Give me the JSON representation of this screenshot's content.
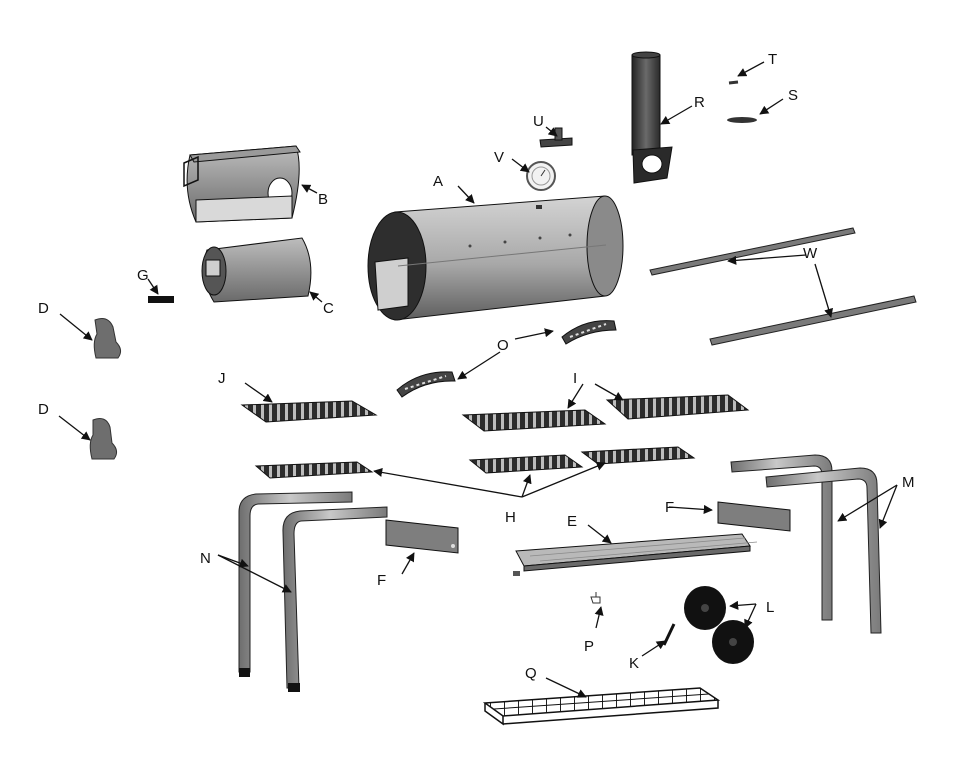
{
  "labels": {
    "A": "A",
    "B": "B",
    "C": "C",
    "D": "D",
    "E": "E",
    "F": "F",
    "G": "G",
    "H": "H",
    "I": "I",
    "J": "J",
    "K": "K",
    "L": "L",
    "M": "M",
    "N": "N",
    "O": "O",
    "P": "P",
    "Q": "Q",
    "R": "R",
    "S": "S",
    "T": "T",
    "U": "U",
    "V": "V",
    "W": "W"
  },
  "colors": {
    "part_light": "#c9c9c9",
    "part_mid": "#9a9a9a",
    "part_dark": "#5a5a5a",
    "part_black": "#111111",
    "grate": "#3a3a3a",
    "arrow": "#111111"
  }
}
